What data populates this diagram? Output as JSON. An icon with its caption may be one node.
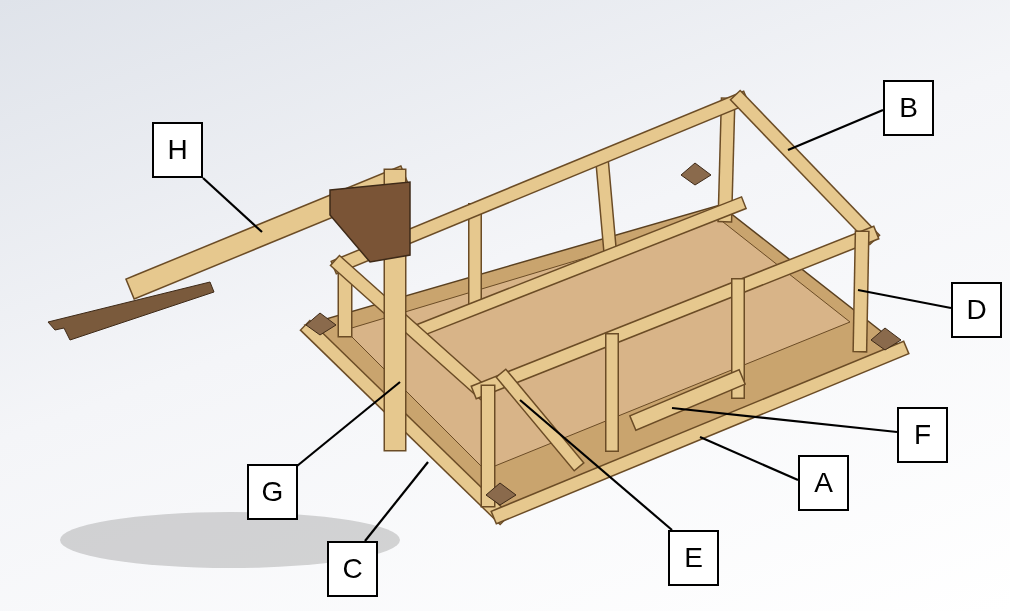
{
  "diagram": {
    "nodes": [
      {
        "text": [
          "B"
        ]
      },
      {
        "text": [
          "H"
        ]
      },
      {
        "text": [
          "D"
        ]
      },
      {
        "text": [
          "F"
        ]
      },
      {
        "text": [
          "A"
        ]
      },
      {
        "text": [
          "G"
        ]
      },
      {
        "text": [
          "E"
        ]
      },
      {
        "text": [
          "C"
        ]
      }
    ],
    "edges": [
      {
        "from": 0,
        "to": null,
        "arrow": "none"
      },
      {
        "from": 1,
        "to": null,
        "arrow": "none"
      },
      {
        "from": 2,
        "to": null,
        "arrow": "none"
      },
      {
        "from": 3,
        "to": null,
        "arrow": "none"
      },
      {
        "from": 4,
        "to": null,
        "arrow": "none"
      },
      {
        "from": 5,
        "to": null,
        "arrow": "none"
      },
      {
        "from": 6,
        "to": null,
        "arrow": "none"
      },
      {
        "from": 7,
        "to": null,
        "arrow": "none"
      }
    ]
  }
}
